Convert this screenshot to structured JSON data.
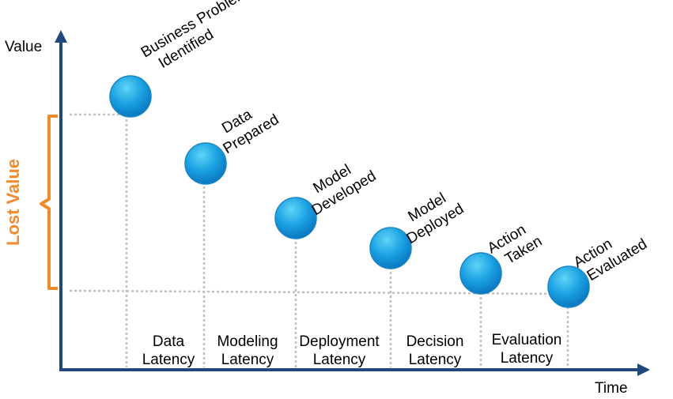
{
  "axes": {
    "y_label": "Value",
    "x_label": "Time"
  },
  "lost_value_label": "Lost Value",
  "milestones": [
    {
      "line1": "Business Problem",
      "line2": "Identified"
    },
    {
      "line1": "Data",
      "line2": "Prepared"
    },
    {
      "line1": "Model",
      "line2": "Developed"
    },
    {
      "line1": "Model",
      "line2": "Deployed"
    },
    {
      "line1": "Action",
      "line2": "Taken"
    },
    {
      "line1": "Action",
      "line2": "Evaluated"
    }
  ],
  "latencies": [
    {
      "line1": "Data",
      "line2": "Latency"
    },
    {
      "line1": "Modeling",
      "line2": "Latency"
    },
    {
      "line1": "Deployment",
      "line2": "Latency"
    },
    {
      "line1": "Decision",
      "line2": "Latency"
    },
    {
      "line1": "Evaluation",
      "line2": "Latency"
    }
  ],
  "colors": {
    "axis": "#1f497d",
    "node": "#1ba1e2",
    "bracket": "#f08a2c",
    "guide": "#bfbfbf"
  }
}
